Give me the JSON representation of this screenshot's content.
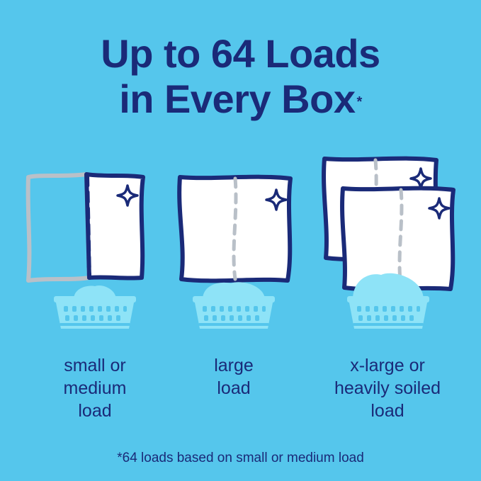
{
  "headline": {
    "line1": "Up to 64 Loads",
    "line2": "in Every Box",
    "asterisk": "*"
  },
  "items": [
    {
      "lines": [
        "small or",
        "medium",
        "load"
      ]
    },
    {
      "lines": [
        "large",
        "load"
      ]
    },
    {
      "lines": [
        "x-large or",
        "heavily soiled",
        "load"
      ]
    }
  ],
  "footnote": "*64 loads based on small or medium load",
  "colors": {
    "background": "#55c6ec",
    "navy": "#1a2a78",
    "basket": "#8ee3f7",
    "ghost_outline": "#b9c0c8"
  },
  "icons": [
    "sparkle-icon",
    "laundry-basket-icon",
    "cloth-icon"
  ]
}
